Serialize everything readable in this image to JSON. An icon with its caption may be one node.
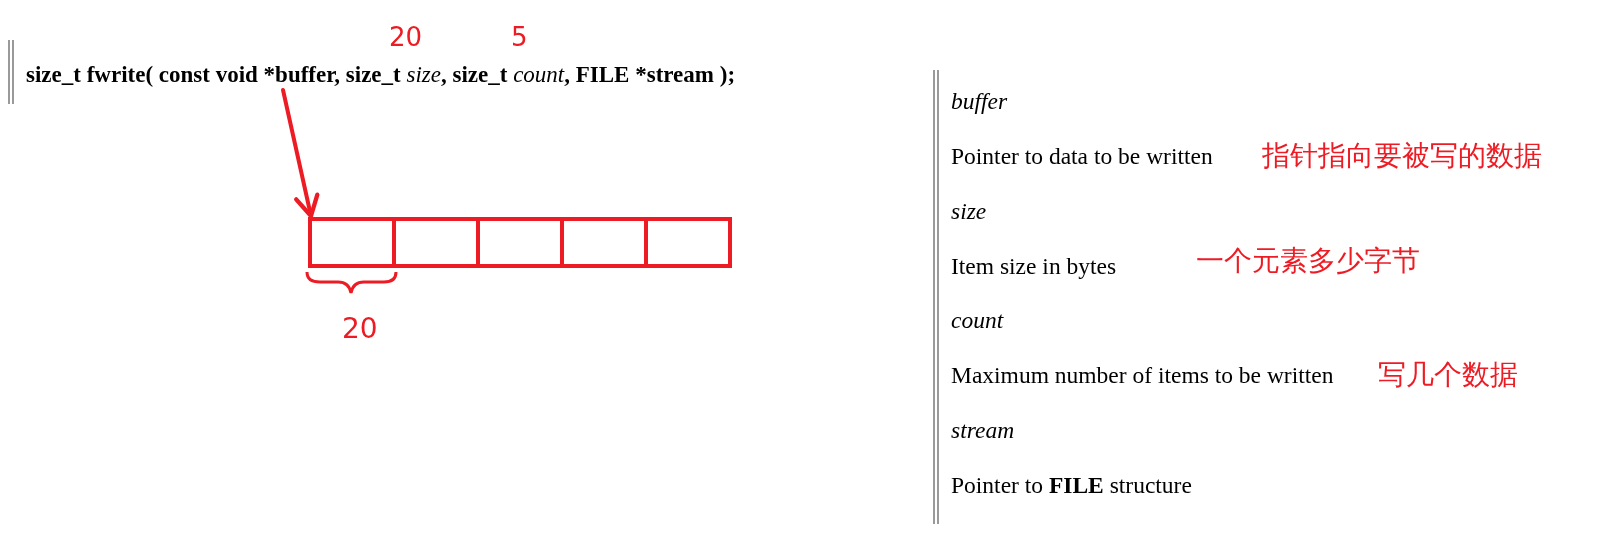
{
  "diagram": {
    "nodes": [
      {
        "text": [
          "size_t fwrite( const void *buffer, size_t *size*, size_t *count*, FILE *stream );"
        ]
      },
      {
        "text": [],
        "shape": "box"
      },
      {
        "text": [],
        "shape": "box"
      },
      {
        "text": [],
        "shape": "box"
      },
      {
        "text": [],
        "shape": "box"
      },
      {
        "text": [],
        "shape": "box"
      }
    ],
    "edges": [
      {
        "from": 0,
        "to": 1,
        "arrow": "to"
      }
    ],
    "labels": [
      "20",
      "5",
      "20",
      "buffer",
      "Pointer to data to be written",
      "指针指向要被写的数据",
      "size",
      "Item size in bytes",
      "一个元素多少字节",
      "count",
      "Maximum number of items to be written",
      "写几个数据",
      "stream",
      "Pointer to **FILE** structure"
    ]
  }
}
